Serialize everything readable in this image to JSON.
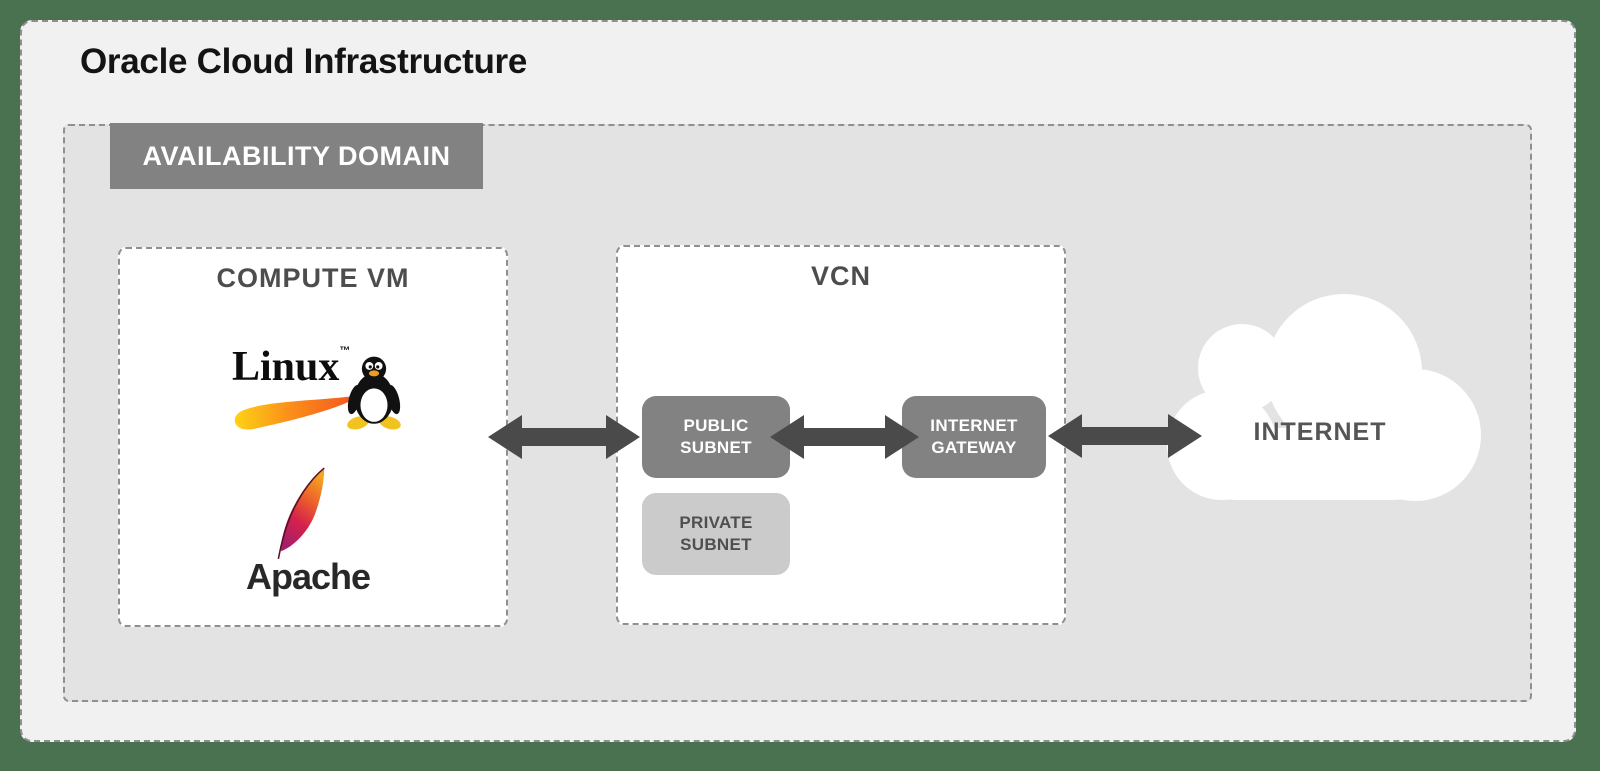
{
  "oci": {
    "title": "Oracle Cloud Infrastructure"
  },
  "availability_domain": {
    "label": "AVAILABILITY DOMAIN"
  },
  "compute_vm": {
    "title": "COMPUTE VM",
    "linux_logo": {
      "wordmark": "Linux",
      "trademark": "™"
    },
    "apache_logo": {
      "wordmark": "Apache"
    }
  },
  "vcn": {
    "title": "VCN",
    "public_subnet_label": "PUBLIC SUBNET",
    "private_subnet_label": "PRIVATE SUBNET",
    "internet_gateway_label": "INTERNET GATEWAY"
  },
  "internet_cloud": {
    "label": "INTERNET"
  },
  "icons": {
    "arrow_compute_to_subnet": "bidirectional-arrow",
    "arrow_subnet_to_gateway": "bidirectional-arrow",
    "arrow_gateway_to_internet": "bidirectional-arrow",
    "cloud": "internet-cloud-shape",
    "tux": "linux-tux-penguin",
    "feather": "apache-feather",
    "swoosh": "linux-orange-swoosh"
  },
  "colors": {
    "page_background": "#4a7150",
    "oci_background": "#f1f1f1",
    "availability_domain_background": "#e3e3e3",
    "dashed_border": "#8f8f8f",
    "dark_chip": "#828282",
    "light_chip": "#cbcbcb",
    "arrow": "#4a4a4a",
    "heading_text": "#4d4d4d",
    "title_text": "#141414",
    "internet_text": "#555555"
  }
}
